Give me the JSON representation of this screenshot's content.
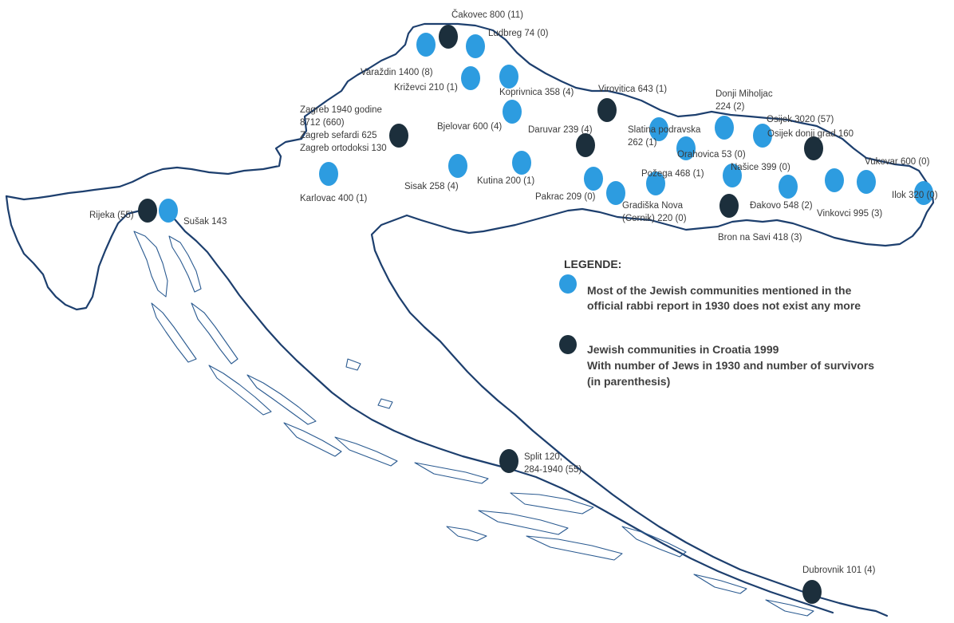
{
  "colors": {
    "former_community": "#2d9ce0",
    "current_community": "#1c2f3c",
    "border": "#1d3f6e",
    "text": "#3a3a3a"
  },
  "legend": {
    "title": "LEGENDE:",
    "items": [
      {
        "kind": "former",
        "lines": [
          "Most of the Jewish communities mentioned in the",
          "official rabbi report in 1930 does not exist any more"
        ]
      },
      {
        "kind": "current",
        "lines": [
          "Jewish communities in Croatia 1999",
          "With number of Jews in 1930 and number of survivors",
          "(in parenthesis)"
        ]
      }
    ]
  },
  "places": [
    {
      "id": "cakovec",
      "kind": "current",
      "lines": [
        "Čakovec 800 (11)"
      ]
    },
    {
      "id": "ludbreg",
      "kind": "former",
      "lines": [
        "Ludbreg 74 (0)"
      ]
    },
    {
      "id": "varazdin",
      "kind": "former",
      "lines": [
        "Varaždin 1400 (8)"
      ]
    },
    {
      "id": "krizevci",
      "kind": "former",
      "lines": [
        "Križevci 210 (1)"
      ]
    },
    {
      "id": "koprivnica",
      "kind": "former",
      "lines": [
        "Koprivnica 358 (4)"
      ]
    },
    {
      "id": "bjelovar",
      "kind": "former",
      "lines": [
        "Bjelovar 600 (4)"
      ]
    },
    {
      "id": "virovitica",
      "kind": "current",
      "lines": [
        "Virovitica 643 (1)"
      ]
    },
    {
      "id": "zagreb",
      "kind": "current",
      "lines": [
        "Zagreb 1940 godine",
        "8712 (660)",
        "Zagreb sefardi 625",
        "Zagreb ortodoksi 130"
      ]
    },
    {
      "id": "daruvar",
      "kind": "current",
      "lines": [
        "Daruvar 239 (4)"
      ]
    },
    {
      "id": "slatina",
      "kind": "former",
      "lines": [
        "Slatina podravska",
        "262 (1)"
      ]
    },
    {
      "id": "donji_miholjac",
      "kind": "former",
      "lines": [
        "Donji Miholjac",
        "224 (2)"
      ]
    },
    {
      "id": "osijek",
      "kind": "former",
      "lines": [
        "Osijek 3020 (57)"
      ]
    },
    {
      "id": "osijek_donji",
      "kind": "current",
      "lines": [
        "Osijek donji grad 160"
      ]
    },
    {
      "id": "orahovica",
      "kind": "former",
      "lines": [
        "Orahovica 53 (0)"
      ]
    },
    {
      "id": "karlovac",
      "kind": "former",
      "lines": [
        "Karlovac 400 (1)"
      ]
    },
    {
      "id": "sisak",
      "kind": "former",
      "lines": [
        "Sisak 258 (4)"
      ]
    },
    {
      "id": "kutina",
      "kind": "former",
      "lines": [
        "Kutina 200 (1)"
      ]
    },
    {
      "id": "pakrac",
      "kind": "former",
      "lines": [
        "Pakrac 209 (0)"
      ]
    },
    {
      "id": "gradiska",
      "kind": "former",
      "lines": [
        "Gradiška Nova",
        "(Cernik) 220 (0)"
      ]
    },
    {
      "id": "pozega",
      "kind": "former",
      "lines": [
        "Požega 468 (1)"
      ]
    },
    {
      "id": "nasice",
      "kind": "former",
      "lines": [
        "Našice 399 (0)"
      ]
    },
    {
      "id": "bron",
      "kind": "current",
      "lines": [
        "Bron na Savi 418 (3)"
      ]
    },
    {
      "id": "djakovo",
      "kind": "former",
      "lines": [
        "Đakovo 548 (2)"
      ]
    },
    {
      "id": "vinkovci",
      "kind": "former",
      "lines": [
        "Vinkovci 995 (3)"
      ]
    },
    {
      "id": "vukovar",
      "kind": "former",
      "lines": [
        "Vukovar 600 (0)"
      ]
    },
    {
      "id": "ilok",
      "kind": "former",
      "lines": [
        "Ilok 320 (0)"
      ]
    },
    {
      "id": "rijeka",
      "kind": "current",
      "lines": [
        "Rijeka (55)"
      ]
    },
    {
      "id": "susak",
      "kind": "former",
      "lines": [
        "Sušak 143"
      ]
    },
    {
      "id": "split",
      "kind": "current",
      "lines": [
        "Split 120,",
        "284-1940 (55)"
      ]
    },
    {
      "id": "dubrovnik",
      "kind": "current",
      "lines": [
        "Dubrovnik 101 (4)"
      ]
    }
  ]
}
